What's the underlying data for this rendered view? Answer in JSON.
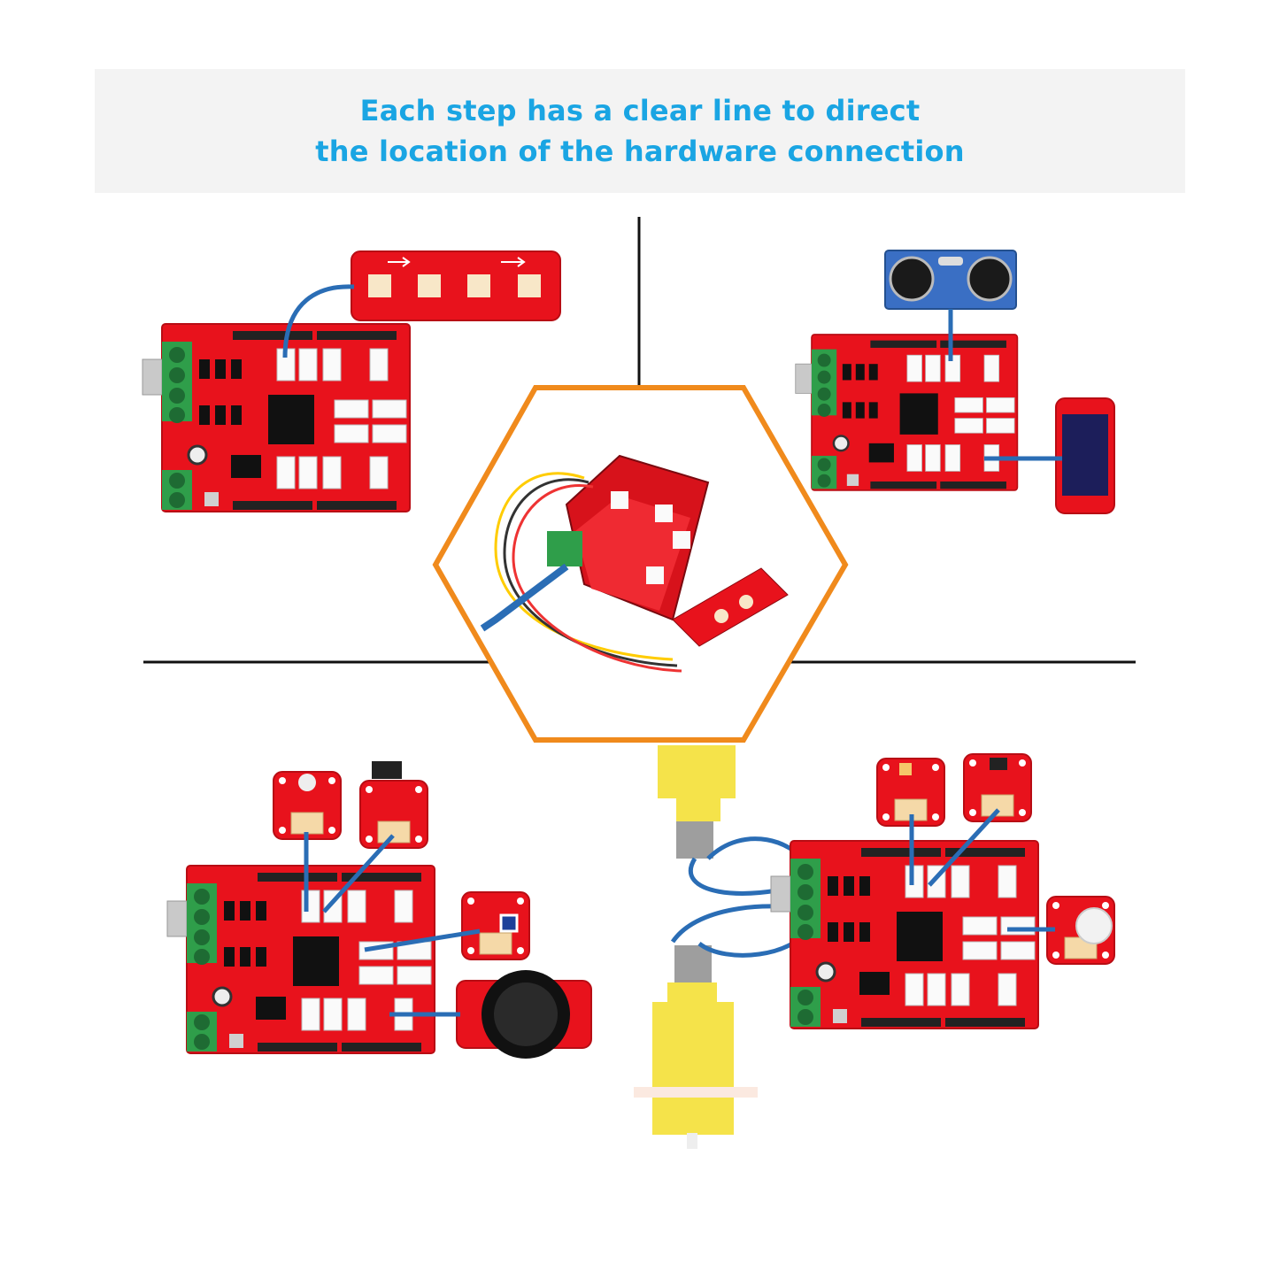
{
  "banner": {
    "line1": "Each step has a clear line to direct",
    "line2": "the location of the hardware connection",
    "text_color": "#1aa5e3",
    "background": "#f3f3f3"
  },
  "colors": {
    "board_red": "#e8121c",
    "terminal_green": "#2f9e4a",
    "wire_blue": "#2a6db5",
    "hexagon_orange": "#f08a1c",
    "motor_yellow": "#f5e34a",
    "sensor_blue": "#3a6fc4",
    "divider": "#111111"
  },
  "panels": [
    {
      "id": "top-left",
      "module": "led-strip",
      "icon": "led-strip-module"
    },
    {
      "id": "top-right",
      "module": "ultrasonic-and-lcd",
      "icon": "ultrasonic-sensor-module"
    },
    {
      "id": "bottom-left",
      "module": "sensors-and-joystick",
      "icon": "joystick-module"
    },
    {
      "id": "bottom-right",
      "module": "motors-and-sensors",
      "icon": "dc-motor-module"
    }
  ]
}
